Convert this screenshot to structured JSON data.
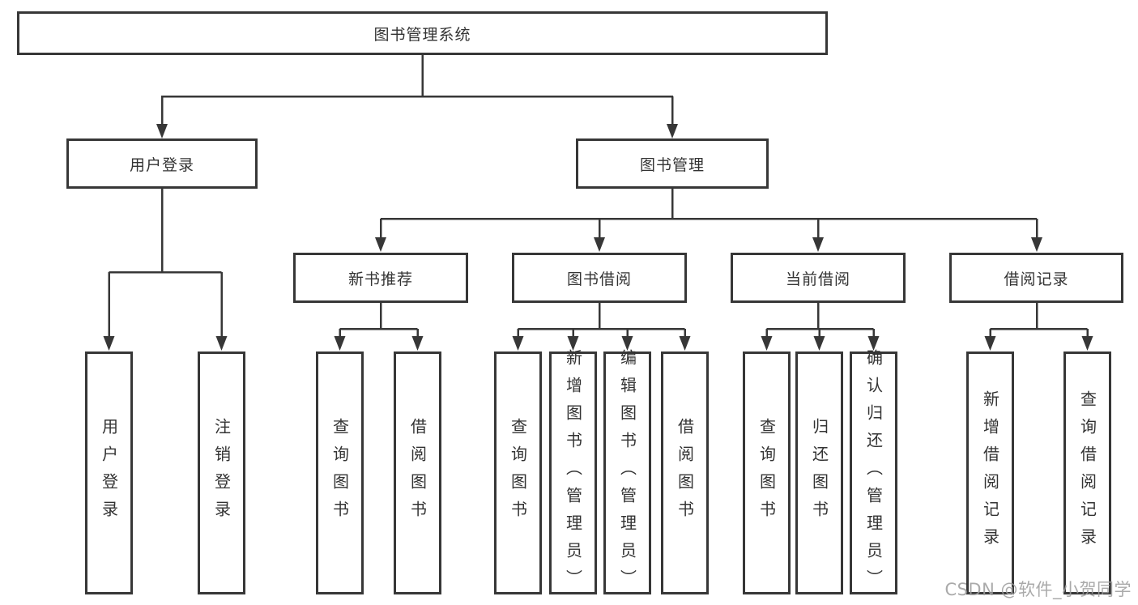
{
  "tree": {
    "label": "图书管理系统",
    "children": [
      {
        "label": "用户登录",
        "children": [
          {
            "label": "用户登录"
          },
          {
            "label": "注销登录"
          }
        ]
      },
      {
        "label": "图书管理",
        "children": [
          {
            "label": "新书推荐",
            "children": [
              {
                "label": "查询图书"
              },
              {
                "label": "借阅图书"
              }
            ]
          },
          {
            "label": "图书借阅",
            "children": [
              {
                "label": "查询图书"
              },
              {
                "label": "新增图书（管理员）"
              },
              {
                "label": "编辑图书（管理员）"
              },
              {
                "label": "借阅图书"
              }
            ]
          },
          {
            "label": "当前借阅",
            "children": [
              {
                "label": "查询图书"
              },
              {
                "label": "归还图书"
              },
              {
                "label": "确认归还（管理员）"
              }
            ]
          },
          {
            "label": "借阅记录",
            "children": [
              {
                "label": "新增借阅记录"
              },
              {
                "label": "查询借阅记录"
              }
            ]
          }
        ]
      }
    ]
  },
  "watermark": "CSDN @软件_小贺同学",
  "colors": {
    "line": "#373737",
    "box_border": "#373737",
    "text": "#333333",
    "watermark": "#9e9e9e",
    "background": "#ffffff"
  }
}
